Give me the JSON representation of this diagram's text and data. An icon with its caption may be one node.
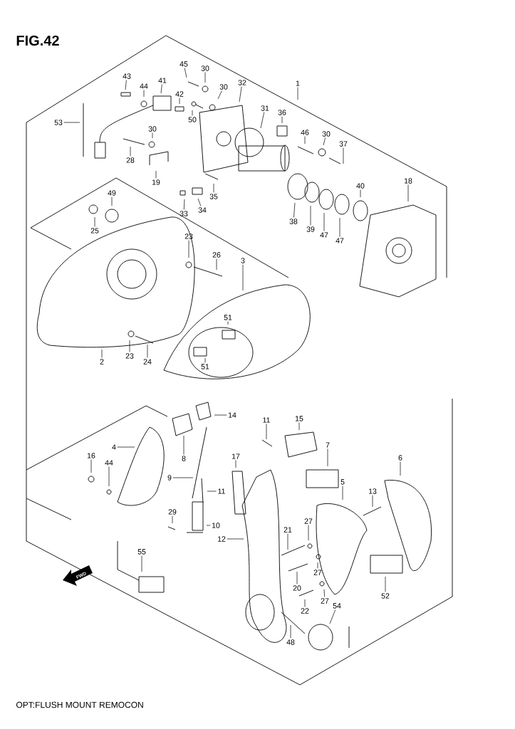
{
  "diagram": {
    "title": "FIG.42",
    "caption": "OPT:FLUSH MOUNT REMOCON",
    "nodes": [
      {
        "text": [
          "1"
        ]
      },
      {
        "text": [
          "43"
        ]
      },
      {
        "text": [
          "44"
        ]
      },
      {
        "text": [
          "41"
        ]
      },
      {
        "text": [
          "42"
        ]
      },
      {
        "text": [
          "45"
        ]
      },
      {
        "text": [
          "30"
        ]
      },
      {
        "text": [
          "30"
        ]
      },
      {
        "text": [
          "32"
        ]
      },
      {
        "text": [
          "31"
        ]
      },
      {
        "text": [
          "36"
        ]
      },
      {
        "text": [
          "46"
        ]
      },
      {
        "text": [
          "30"
        ]
      },
      {
        "text": [
          "37"
        ]
      },
      {
        "text": [
          "53"
        ]
      },
      {
        "text": [
          "28"
        ]
      },
      {
        "text": [
          "30"
        ]
      },
      {
        "text": [
          "19"
        ]
      },
      {
        "text": [
          "50"
        ]
      },
      {
        "text": [
          "35"
        ]
      },
      {
        "text": [
          "33"
        ]
      },
      {
        "text": [
          "34"
        ]
      },
      {
        "text": [
          "38"
        ]
      },
      {
        "text": [
          "39"
        ]
      },
      {
        "text": [
          "47"
        ]
      },
      {
        "text": [
          "47"
        ]
      },
      {
        "text": [
          "40"
        ]
      },
      {
        "text": [
          "18"
        ]
      },
      {
        "text": [
          "49"
        ]
      },
      {
        "text": [
          "25"
        ]
      },
      {
        "text": [
          "23"
        ]
      },
      {
        "text": [
          "26"
        ]
      },
      {
        "text": [
          "3"
        ]
      },
      {
        "text": [
          "2"
        ]
      },
      {
        "text": [
          "23"
        ]
      },
      {
        "text": [
          "24"
        ]
      },
      {
        "text": [
          "51"
        ]
      },
      {
        "text": [
          "51"
        ]
      },
      {
        "text": [
          "14"
        ]
      },
      {
        "text": [
          "4"
        ]
      },
      {
        "text": [
          "16"
        ]
      },
      {
        "text": [
          "44"
        ]
      },
      {
        "text": [
          "8"
        ]
      },
      {
        "text": [
          "9"
        ]
      },
      {
        "text": [
          "11"
        ]
      },
      {
        "text": [
          "15"
        ]
      },
      {
        "text": [
          "7"
        ]
      },
      {
        "text": [
          "17"
        ]
      },
      {
        "text": [
          "11"
        ]
      },
      {
        "text": [
          "6"
        ]
      },
      {
        "text": [
          "5"
        ]
      },
      {
        "text": [
          "13"
        ]
      },
      {
        "text": [
          "29"
        ]
      },
      {
        "text": [
          "10"
        ]
      },
      {
        "text": [
          "12"
        ]
      },
      {
        "text": [
          "27"
        ]
      },
      {
        "text": [
          "21"
        ]
      },
      {
        "text": [
          "27"
        ]
      },
      {
        "text": [
          "20"
        ]
      },
      {
        "text": [
          "27"
        ]
      },
      {
        "text": [
          "22"
        ]
      },
      {
        "text": [
          "54"
        ]
      },
      {
        "text": [
          "52"
        ]
      },
      {
        "text": [
          "55"
        ]
      },
      {
        "text": [
          "48"
        ]
      }
    ],
    "edges": [
      {
        "from": 0,
        "to": null,
        "arrow": "none"
      },
      {
        "from": 1,
        "to": null,
        "arrow": "none"
      },
      {
        "from": 2,
        "to": null,
        "arrow": "none"
      },
      {
        "from": 3,
        "to": null,
        "arrow": "none"
      },
      {
        "from": 4,
        "to": null,
        "arrow": "none"
      },
      {
        "from": 5,
        "to": null,
        "arrow": "none"
      },
      {
        "from": 6,
        "to": null,
        "arrow": "none"
      },
      {
        "from": 7,
        "to": null,
        "arrow": "none"
      },
      {
        "from": 8,
        "to": null,
        "arrow": "none"
      },
      {
        "from": 9,
        "to": null,
        "arrow": "none"
      },
      {
        "from": 10,
        "to": null,
        "arrow": "none"
      },
      {
        "from": 11,
        "to": null,
        "arrow": "none"
      },
      {
        "from": 12,
        "to": null,
        "arrow": "none"
      },
      {
        "from": 13,
        "to": null,
        "arrow": "none"
      },
      {
        "from": 14,
        "to": null,
        "arrow": "none"
      },
      {
        "from": 15,
        "to": null,
        "arrow": "none"
      },
      {
        "from": 16,
        "to": null,
        "arrow": "none"
      },
      {
        "from": 17,
        "to": null,
        "arrow": "none"
      },
      {
        "from": 18,
        "to": null,
        "arrow": "none"
      },
      {
        "from": 19,
        "to": null,
        "arrow": "none"
      },
      {
        "from": 20,
        "to": null,
        "arrow": "none"
      },
      {
        "from": 21,
        "to": null,
        "arrow": "none"
      },
      {
        "from": 22,
        "to": null,
        "arrow": "none"
      },
      {
        "from": 23,
        "to": null,
        "arrow": "none"
      },
      {
        "from": 24,
        "to": null,
        "arrow": "none"
      },
      {
        "from": 25,
        "to": null,
        "arrow": "none"
      },
      {
        "from": 26,
        "to": null,
        "arrow": "none"
      },
      {
        "from": 27,
        "to": null,
        "arrow": "none"
      },
      {
        "from": 28,
        "to": null,
        "arrow": "none"
      },
      {
        "from": 29,
        "to": null,
        "arrow": "none"
      },
      {
        "from": 30,
        "to": null,
        "arrow": "none"
      },
      {
        "from": 31,
        "to": null,
        "arrow": "none"
      },
      {
        "from": 32,
        "to": null,
        "arrow": "none"
      },
      {
        "from": 33,
        "to": null,
        "arrow": "none"
      },
      {
        "from": 34,
        "to": null,
        "arrow": "none"
      },
      {
        "from": 35,
        "to": null,
        "arrow": "none"
      },
      {
        "from": 36,
        "to": null,
        "arrow": "none"
      },
      {
        "from": 37,
        "to": null,
        "arrow": "none"
      },
      {
        "from": 38,
        "to": null,
        "arrow": "none"
      },
      {
        "from": 39,
        "to": null,
        "arrow": "none"
      },
      {
        "from": 40,
        "to": null,
        "arrow": "none"
      },
      {
        "from": 41,
        "to": null,
        "arrow": "none"
      },
      {
        "from": 42,
        "to": null,
        "arrow": "none"
      },
      {
        "from": 43,
        "to": null,
        "arrow": "none"
      },
      {
        "from": 44,
        "to": null,
        "arrow": "none"
      },
      {
        "from": 45,
        "to": null,
        "arrow": "none"
      },
      {
        "from": 46,
        "to": null,
        "arrow": "none"
      },
      {
        "from": 47,
        "to": null,
        "arrow": "none"
      },
      {
        "from": 48,
        "to": null,
        "arrow": "none"
      },
      {
        "from": 49,
        "to": null,
        "arrow": "none"
      },
      {
        "from": 50,
        "to": null,
        "arrow": "none"
      },
      {
        "from": 51,
        "to": null,
        "arrow": "none"
      },
      {
        "from": 52,
        "to": null,
        "arrow": "none"
      },
      {
        "from": 53,
        "to": null,
        "arrow": "none"
      },
      {
        "from": 54,
        "to": null,
        "arrow": "none"
      },
      {
        "from": 55,
        "to": null,
        "arrow": "none"
      },
      {
        "from": 56,
        "to": null,
        "arrow": "none"
      },
      {
        "from": 57,
        "to": null,
        "arrow": "none"
      },
      {
        "from": 58,
        "to": null,
        "arrow": "none"
      },
      {
        "from": 59,
        "to": null,
        "arrow": "none"
      },
      {
        "from": 60,
        "to": null,
        "arrow": "none"
      },
      {
        "from": 61,
        "to": null,
        "arrow": "none"
      },
      {
        "from": 62,
        "to": null,
        "arrow": "none"
      },
      {
        "from": 63,
        "to": null,
        "arrow": "none"
      },
      {
        "from": 64,
        "to": null,
        "arrow": "none"
      }
    ],
    "labels": [
      "FWD"
    ]
  }
}
